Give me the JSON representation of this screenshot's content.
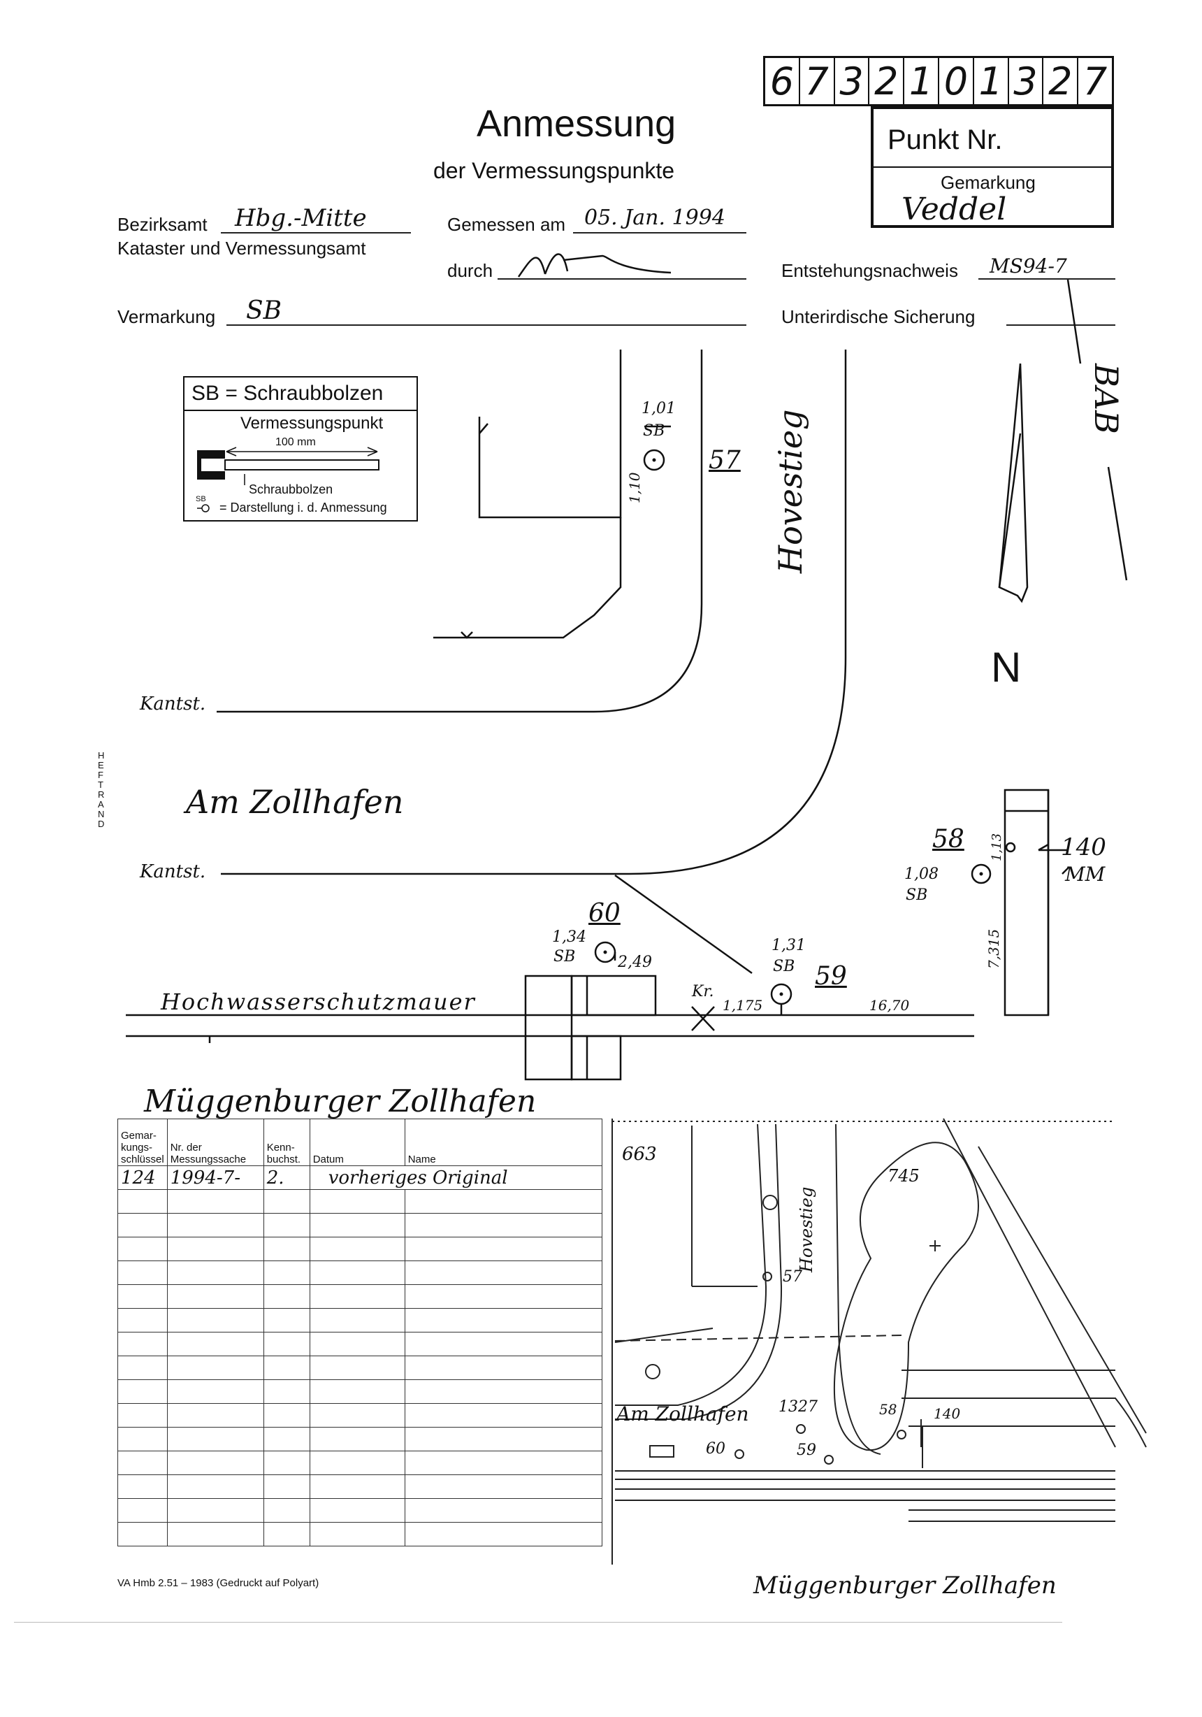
{
  "number_boxes": [
    "6",
    "7",
    "3",
    "2",
    "1",
    "0",
    "1",
    "3",
    "2",
    "7"
  ],
  "header": {
    "title": "Anmessung",
    "subtitle": "der Vermessungspunkte",
    "punkt_nr_label": "Punkt Nr.",
    "gemarkung_label": "Gemarkung",
    "gemarkung_value": "Veddel"
  },
  "fields": {
    "bezirksamt_label": "Bezirksamt",
    "bezirksamt_value": "Hbg.-Mitte",
    "kataster_label": "Kataster und Vermessungsamt",
    "gemessen_label": "Gemessen am",
    "gemessen_value": "05. Jan. 1994",
    "durch_label": "durch",
    "entstehung_label": "Entstehungsnachweis",
    "entstehung_value": "MS94-7",
    "vermarkung_label": "Vermarkung",
    "vermarkung_value": "SB",
    "unterirdisch_label": "Unterirdische Sicherung"
  },
  "legend": {
    "title": "SB = Schraubbolzen",
    "subtitle": "Vermessungspunkt",
    "dimension": "100 mm",
    "bolt_label": "Schraubbolzen",
    "sb_mark": "SB",
    "darstellung": "= Darstellung i. d. Anmessung"
  },
  "side_label": "HEFTRAND",
  "sketch": {
    "hovestieg": "Hovestieg",
    "bab": "BAB",
    "north": "N",
    "kantst1": "Kantst.",
    "kantst2": "Kantst.",
    "am_zollhafen": "Am Zollhafen",
    "mauer": "Hochwasserschutzmauer",
    "mueggenburger": "Müggenburger Zollhafen",
    "p57": "57",
    "p57_top": "1,01",
    "p57_sb": "SB",
    "p57_dist": "1,10",
    "p58": "58",
    "p58_top": "1,08",
    "p58_sb": "SB",
    "p58_dist": "1,13",
    "p140": "140",
    "mm": "MM",
    "d7315": "7,315",
    "p60": "60",
    "p60_top": "1,34",
    "p60_sb": "SB",
    "p60_dist": "2,49",
    "p59": "59",
    "p59_top": "1,31",
    "p59_sb": "SB",
    "kr": "Kr.",
    "d1175": "1,175",
    "d1670": "16,70"
  },
  "table": {
    "headers": [
      "Gemar-kungs-schlüssel",
      "Nr. der Messungssache",
      "Kenn-buchst.",
      "Datum",
      "Name"
    ],
    "rows": [
      [
        "124",
        "1994-7-",
        "2.",
        "",
        "vorheriges Original"
      ]
    ]
  },
  "map": {
    "n663": "663",
    "n745": "745",
    "hovestieg": "Hovestieg",
    "p57": "57",
    "am_zollhafen": "Am Zollhafen",
    "n1327": "1327",
    "p58": "58",
    "p140": "140",
    "p60": "60",
    "p59": "59"
  },
  "footer": {
    "print_note": "VA Hmb 2.51 – 1983 (Gedruckt auf Polyart)",
    "caption": "Müggenburger Zollhafen"
  }
}
